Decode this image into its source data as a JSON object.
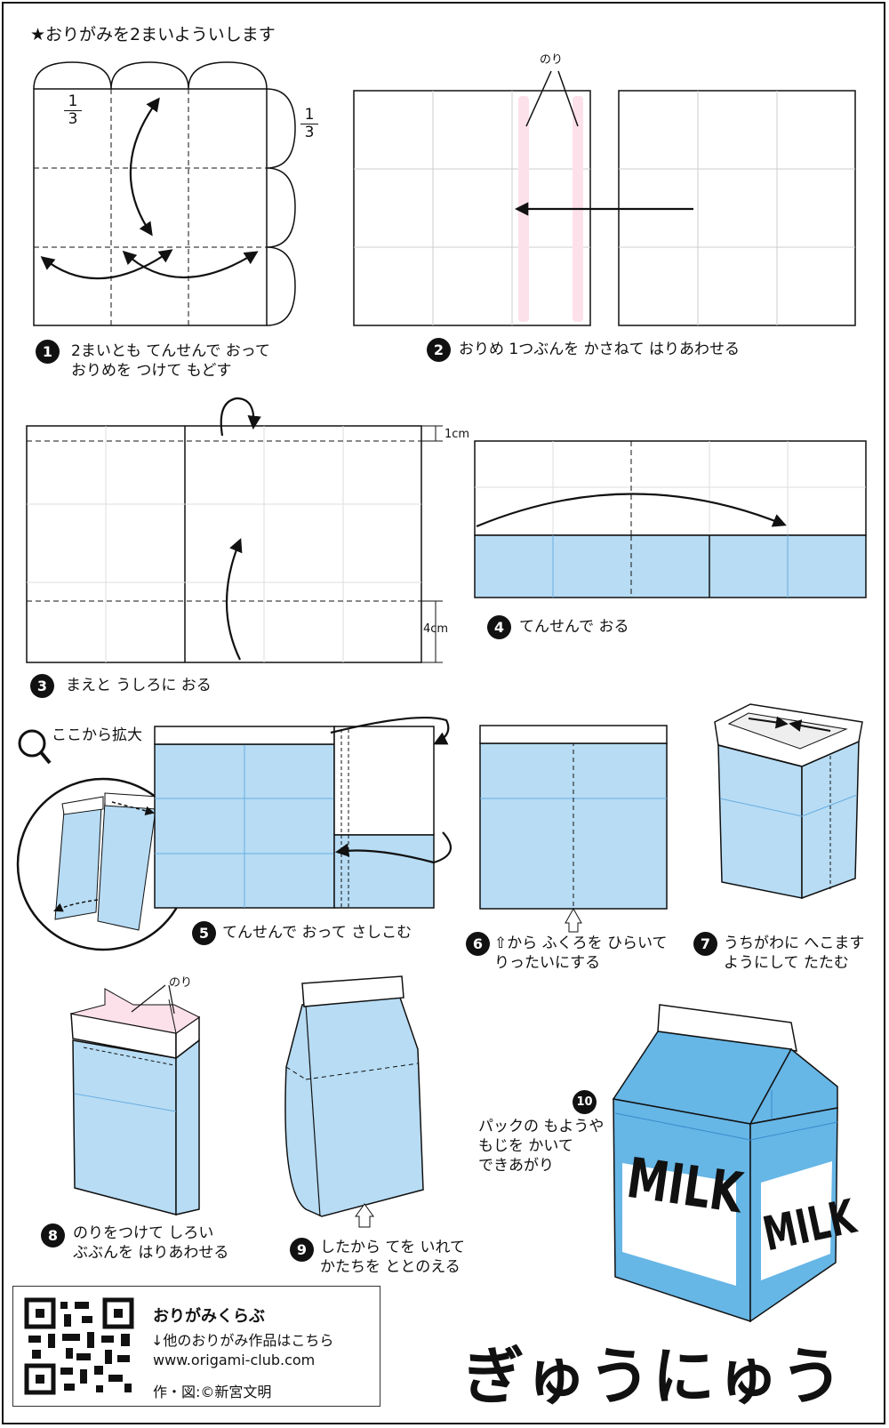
{
  "header_note": "★おりがみを2まいよういします",
  "fraction_1": {
    "num": "1",
    "den": "3"
  },
  "fraction_2": {
    "num": "1",
    "den": "3"
  },
  "steps": [
    {
      "num": "1",
      "lines": [
        "2まいとも てんせんで おって",
        "おりめを つけて もどす"
      ]
    },
    {
      "num": "2",
      "lines": [
        "おりめ 1つぶんを かさねて はりあわせる"
      ]
    },
    {
      "num": "3",
      "lines": [
        "まえと うしろに おる"
      ]
    },
    {
      "num": "4",
      "lines": [
        "てんせんで おる"
      ]
    },
    {
      "num": "5",
      "lines": [
        "てんせんで おって さしこむ"
      ]
    },
    {
      "num": "6",
      "lines": [
        "⇧から ふくろを ひらいて",
        "りったいにする"
      ]
    },
    {
      "num": "7",
      "lines": [
        "うちがわに へこます",
        "ようにして たたむ"
      ]
    },
    {
      "num": "8",
      "lines": [
        "のりをつけて しろい",
        "ぶぶんを はりあわせる"
      ]
    },
    {
      "num": "9",
      "lines": [
        "したから てを いれて",
        "かたちを ととのえる"
      ]
    },
    {
      "num": "10",
      "lines": [
        "パックの もようや",
        "もじを かいて",
        "できあがり"
      ]
    }
  ],
  "labels": {
    "glue_2": "のり",
    "glue_8": "のり",
    "cm_1": "1cm",
    "cm_4": "4cm",
    "zoom": "ここから拡大",
    "milk_front": "MILK",
    "milk_side": "MILK"
  },
  "footer": {
    "brand": "おりがみくらぶ",
    "other_works": "↓他のおりがみ作品はこちら",
    "url": "www.origami-club.com",
    "credit": "作・図:©新宮文明"
  },
  "title": "ぎゅうにゅう",
  "colors": {
    "paper_blue": "#b7dcf4",
    "carton_blue": "#66b6e6",
    "glue_pink": "#fde1ea",
    "ink": "#111111"
  }
}
